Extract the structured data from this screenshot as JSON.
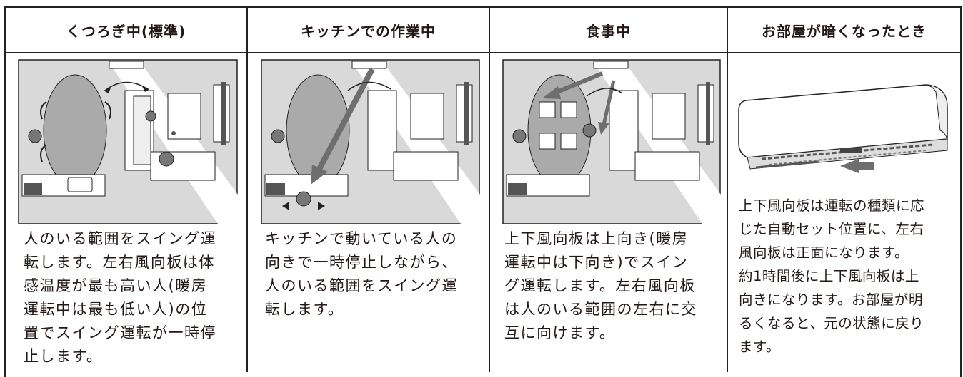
{
  "columns": [
    {
      "header": "くつろぎ中(標準)",
      "description_lines": [
        "人のいる範囲をスイング運",
        "転します。左右風向板は体",
        "感温度が最も高い人(暖房",
        "運転中は最も低い人)の位",
        "置でスイング運転が一時停",
        "止します。"
      ]
    },
    {
      "header": "キッチンでの作業中",
      "description_lines": [
        "キッチンで動いている人の",
        "向きで一時停止しながら、",
        "人のいる範囲をスイング運",
        "転します。"
      ]
    },
    {
      "header": "食事中",
      "description_lines": [
        "上下風向板は上向き(暖房",
        "運転中は下向き)でスイン",
        "グ運転します。左右風向板",
        "は人のいる範囲の左右に交",
        "互に向けます。"
      ]
    },
    {
      "header": "お部屋が暗くなったとき",
      "description_lines": [
        "上下風向板は運転の種類に応",
        "じた自動セット位置に、左右",
        "風向板は正面になります。",
        "約1時間後に上下風向板は上",
        "向きになります。お部屋が明",
        "るくなると、元の状態に戻り",
        "ます。"
      ]
    }
  ],
  "colors": {
    "border": "#222222",
    "floor": "#d9d9d9",
    "light": "#ffffff",
    "arrow": "#6e6e6e",
    "text": "#231815"
  },
  "icons": [
    "room-plan-illustration",
    "air-conditioner-illustration",
    "airflow-arrow-icon",
    "person-icon",
    "sofa-icon",
    "table-icon",
    "tv-icon",
    "kitchen-counter-icon"
  ]
}
